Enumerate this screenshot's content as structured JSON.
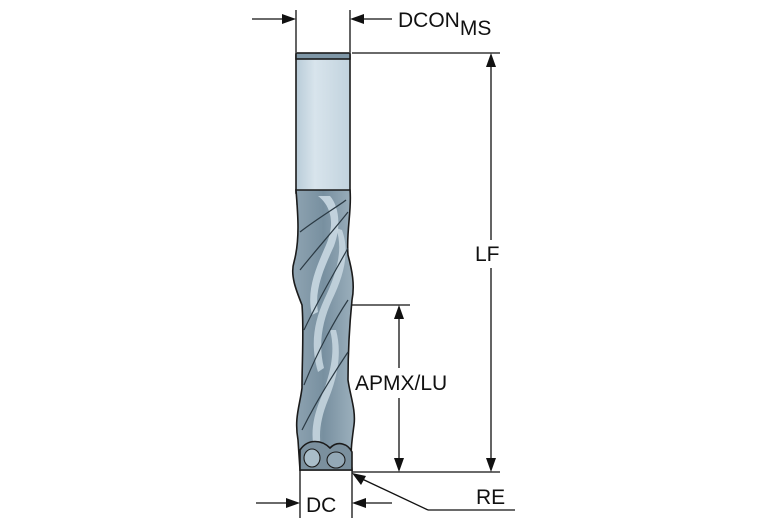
{
  "labels": {
    "dcon_main": "DCON",
    "dcon_sub": "MS",
    "lf": "LF",
    "apmx_lu": "APMX/LU",
    "dc": "DC",
    "re": "RE"
  },
  "colors": {
    "shank_light": "#d5e2ea",
    "shank_mid": "#bccfdb",
    "body_dark": "#6e8595",
    "body_mid": "#8aa0ae",
    "body_light": "#b7c9d5",
    "outline": "#1b1b1b",
    "dimension": "#111111"
  }
}
